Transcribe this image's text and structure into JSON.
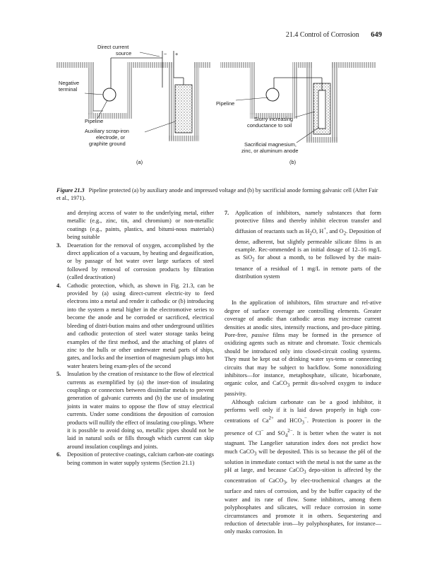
{
  "header": {
    "section": "21.4 Control of Corrosion",
    "page_number": "649"
  },
  "figure": {
    "labels": {
      "direct_current_1": "Direct current",
      "direct_current_2": "source",
      "minus": "−",
      "plus": "+",
      "negative_1": "Negative",
      "negative_2": "terminal",
      "pipeline_a": "Pipeline",
      "aux_1": "Auxiliary scrap-iron",
      "aux_2": "electrode, or",
      "aux_3": "graphite ground",
      "panel_a": "(a)",
      "pipeline_b": "Pipeline",
      "slurry_1": "Slurry increasing",
      "slurry_2": "conductance to soil",
      "sac_1": "Sacrificial magnesium,",
      "sac_2": "zinc, or aluminum anode",
      "panel_b": "(b)"
    },
    "caption_label": "Figure 21.3",
    "caption_text": "Pipeline protected (a) by auxiliary anode and impressed voltage and (b) by sacrificial anode forming galvanic cell (After Fair et al., 1971)."
  },
  "left_column": {
    "lead_in": "and denying access of water to the underlying metal, either metallic (e.g., zinc, tin, and chromium) or non-metallic coatings (e.g., paints, plastics, and bitumi-nous materials) being suitable",
    "items": [
      {
        "num": "3.",
        "text": "Deaeration for the removal of oxygen, accomplished by the direct application of a vacuum, by heating and degasification, or by passage of hot water over large surfaces of steel followed by removal of corrosion products by filtration (called deactivation)"
      },
      {
        "num": "4.",
        "text": "Cathodic protection, which, as shown in Fig. 21.3, can be provided by (a) using direct-current electric-ity to feed electrons into a metal and render it cathodic or (b) introducing into the system a metal higher in the electromotive series to become the anode and be corroded or sacrificed, electrical bleeding of distri-bution mains and other underground utilities and cathodic protection of steel water storage tanks being examples of the first method, and the attaching of plates of zinc to the hulls or other underwater metal parts of ships, gates, and locks and the insertion of magnesium plugs into hot water heaters being exam-ples of the second"
      },
      {
        "num": "5.",
        "text": "Insulation by the creation of resistance to the flow of electrical currents as exemplified by (a) the inser-tion of insulating couplings or connectors between dissimilar metals to prevent generation of galvanic currents and (b) the use of insulating joints in water mains to oppose the flow of stray electrical currents. Under some conditions the deposition of corrosion products will nullify the effect of insulating cou-plings. Where it is possible to avoid doing so, metallic pipes should not be laid in natural soils or fills through which current can skip around insulation couplings and joints."
      },
      {
        "num": "6.",
        "text": "Deposition of protective coatings, calcium carbon-ate coatings being common in water supply systems (Section 21.1)"
      }
    ]
  },
  "right_column": {
    "item7": {
      "num": "7.",
      "t1": "Application of inhibitors, namely substances that form protective films and thereby inhibit electron transfer and diffusion of reactants such as H",
      "t2": "2",
      "t3": "O, H",
      "t4": "+",
      "t5": ", and O",
      "t6": "2",
      "t7": ". Deposition of dense, adherent, but slightly permeable silicate films is an example. Rec-ommended is an initial dosage of 12–16 mg/L as SiO",
      "t8": "2",
      "t9": " for about a month, to be followed by the main-tenance of a residual of 1 mg/L in remote parts of the distribution system"
    },
    "para1": {
      "t1": "In the application of inhibitors, film structure and rel-ative degree of surface coverage are controlling elements. Greater coverage of anodic than cathodic areas may increase current densities at anodic sites, intensify reactions, and pro-duce pitting. Pore-free, ",
      "t2": "passive",
      "t3": " films may be formed in the presence of oxidizing agents such as nitrate and chromate. Toxic chemicals should be introduced only into closed-circuit cooling systems. They must be kept out of drinking water sys-tems or connecting circuits that may be subject to backflow. Some nonoxidizing inhibitors—for instance, metaphosphate, silicate, bicarbonate, organic color, and CaCO",
      "t4": "3",
      "t5": " permit dis-solved oxygen to induce passivity."
    },
    "para2": {
      "t1": "Although calcium carbonate can be a good inhibitor, it performs well only if it is laid down properly in high con-centrations of Ca",
      "t2": "2+",
      "t3": " and HCO",
      "t4": "3",
      "t4b": "−",
      "t5": ". Protection is poorer in the presence of Cl",
      "t6": "−",
      "t7": " and SO",
      "t8": "4",
      "t8b": "2−",
      "t9": ". It is better when the water is not stagnant. The Langelier saturation index does not predict how much CaCO",
      "t10": "3",
      "t11": " will be deposited. This is so because the pH of the solution in immediate contact with the metal is not the same as the pH at large, and because CaCO",
      "t12": "3",
      "t13": " depo-sition is affected by the concentration of CaCO",
      "t14": "3",
      "t15": ", by elec-trochemical changes at the surface and rates of corrosion, and by the buffer capacity of the water and its rate of flow. Some inhibitors, among them polyphosphates and silicates, will reduce corrosion in some circumstances and promote it in others. Sequestering and reduction of detectable iron—by polyphosphates, for instance—only masks corrosion. In"
    }
  }
}
